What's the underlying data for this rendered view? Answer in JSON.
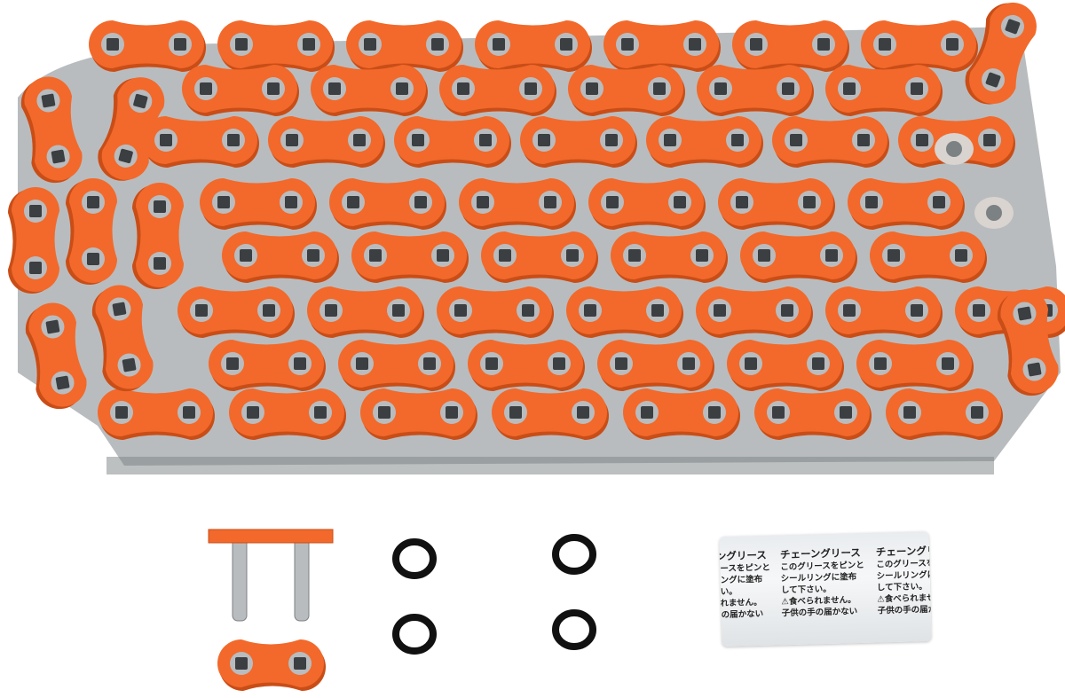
{
  "colors": {
    "plate": "#f2692b",
    "plate_shadow": "#c94d17",
    "steel": "#b9bcbe",
    "steel_dark": "#7c8184",
    "hole": "#3b3f42",
    "oring": "#111111"
  },
  "grease_packet": {
    "title": "チェーングリース",
    "line1": "このグリースをピンと",
    "line2": "シールリングに塗布",
    "line3": "して下さい。",
    "warning": "⚠食べられません。",
    "line5": "子供の手の届かない"
  }
}
